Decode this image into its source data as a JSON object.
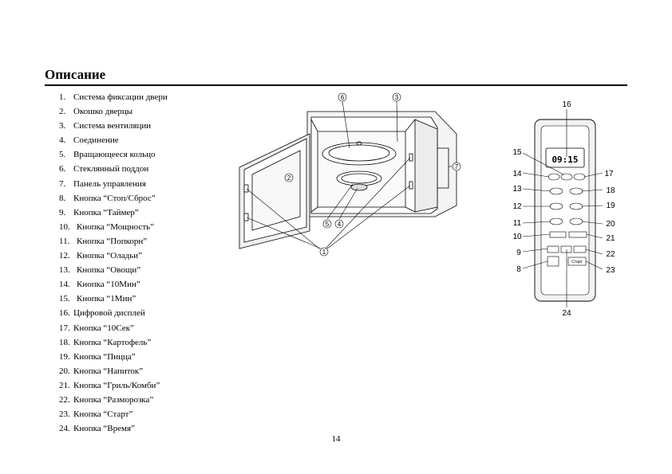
{
  "section_title": "Описание",
  "items": [
    {
      "num": "1.",
      "text": "Система фиксации двери"
    },
    {
      "num": "2.",
      "text": "Окошко дверцы"
    },
    {
      "num": "3.",
      "text": "Система вентиляции"
    },
    {
      "num": "4.",
      "text": "Соединение"
    },
    {
      "num": "5.",
      "text": "Вращающееся кольцо"
    },
    {
      "num": "6.",
      "text": "Стеклянный поддон"
    },
    {
      "num": "7.",
      "text": "Панель управления"
    },
    {
      "num": "8.",
      "text": "Кнопка “Стоп/Сброс”"
    },
    {
      "num": "9.",
      "text": "Кнопка “Таймер”"
    },
    {
      "num": "10.",
      "text": "Кнопка “Мощность”"
    },
    {
      "num": "11.",
      "text": "Кнопка “Попкорн”"
    },
    {
      "num": "12.",
      "text": "Кнопка “Оладьи”"
    },
    {
      "num": "13.",
      "text": "Кнопка “Овощи”"
    },
    {
      "num": "14.",
      "text": "Кнопка “10Мин”"
    },
    {
      "num": "15.",
      "text": "Кнопка “1Мин”"
    },
    {
      "num": "16.",
      "text": "Цифровой дисплей"
    },
    {
      "num": "17.",
      "text": "Кнопка “10Сек”"
    },
    {
      "num": "18.",
      "text": "Кнопка “Картофель”"
    },
    {
      "num": "19.",
      "text": "Кнопка “Пицца”"
    },
    {
      "num": "20.",
      "text": "Кнопка “Напиток”"
    },
    {
      "num": "21.",
      "text": "Кнопка “Гриль/Комби”"
    },
    {
      "num": "22.",
      "text": "Кнопка “Разморозка”"
    },
    {
      "num": "23.",
      "text": "Кнопка “Старт”"
    },
    {
      "num": "24.",
      "text": "Кнопка “Время”"
    }
  ],
  "oven_callouts": {
    "c1": "1",
    "c2": "2",
    "c3": "3",
    "c4": "4",
    "c5": "5",
    "c6": "6",
    "c7": "7"
  },
  "panel": {
    "display": "09:15",
    "btn_start": "Старт",
    "labels": {
      "l8": "8",
      "l9": "9",
      "l10": "10",
      "l11": "11",
      "l12": "12",
      "l13": "13",
      "l14": "14",
      "l15": "15",
      "l16": "16",
      "l17": "17",
      "l18": "18",
      "l19": "19",
      "l20": "20",
      "l21": "21",
      "l22": "22",
      "l23": "23",
      "l24": "24"
    }
  },
  "page_number": "14"
}
